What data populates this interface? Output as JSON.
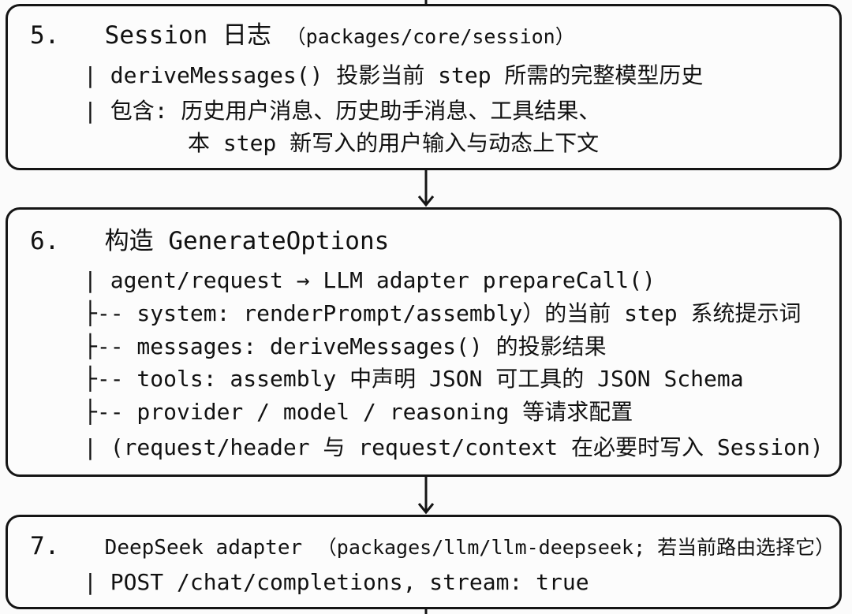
{
  "steps": [
    {
      "number": "5.",
      "title": "Session 日志",
      "path": "（packages/core/session）",
      "lines": [
        "| deriveMessages() 投影当前 step 所需的完整模型历史",
        "| 包含: 历史用户消息、历史助手消息、工具结果、",
        "本 step 新写入的用户输入与动态上下文"
      ]
    },
    {
      "number": "6.",
      "title": "构造 GenerateOptions",
      "lines": [
        "| agent/request → LLM adapter prepareCall()",
        "├-- system: renderPrompt/assembly）的当前 step 系统提示词",
        "├-- messages: deriveMessages() 的投影结果",
        "├-- tools: assembly 中声明 JSON 可工具的 JSON Schema",
        "├-- provider / model / reasoning 等请求配置",
        "| (request/header 与 request/context 在必要时写入 Session)"
      ]
    },
    {
      "number": "7.",
      "title": "DeepSeek adapter",
      "path": "（packages/llm/llm-deepseek; 若当前路由选择它）",
      "lines": [
        "| POST /chat/completions, stream: true"
      ]
    }
  ]
}
